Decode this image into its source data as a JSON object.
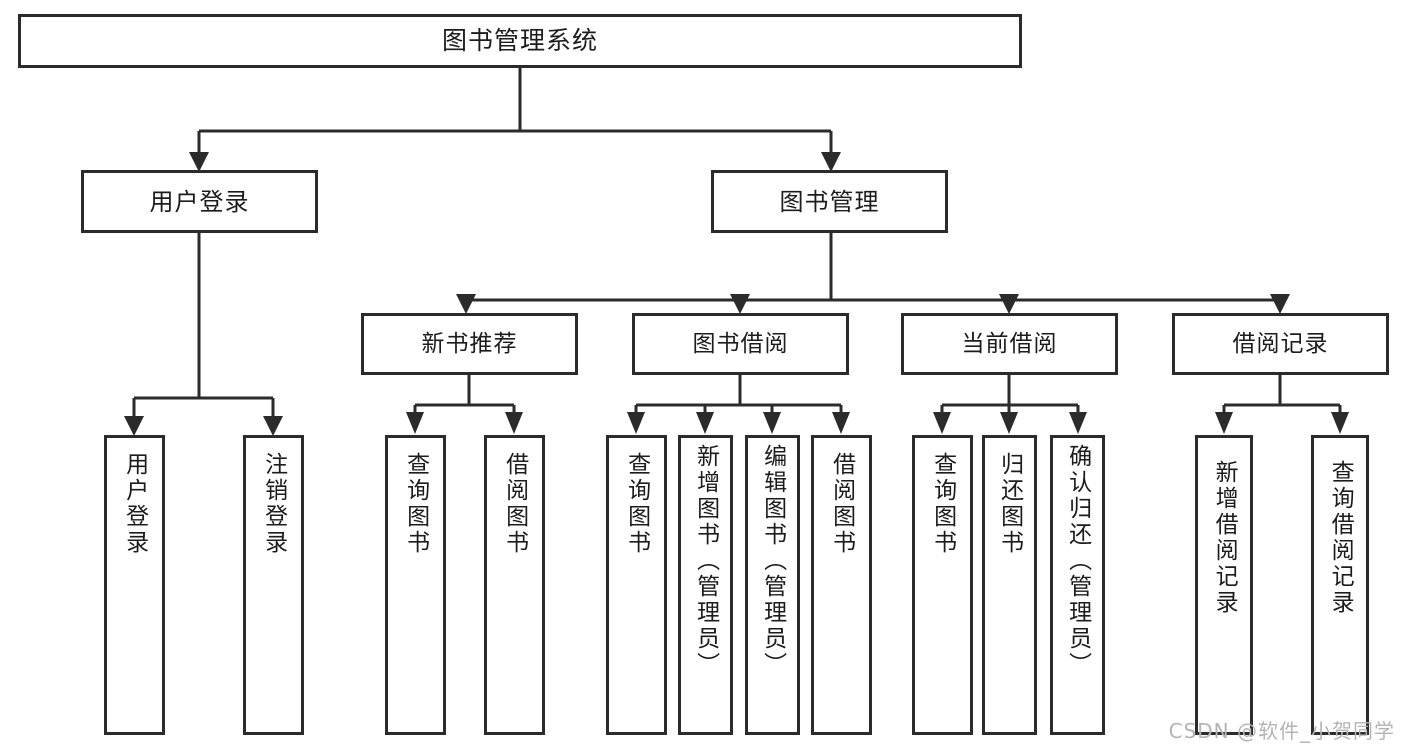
{
  "diagram": {
    "title": "图书管理系统",
    "type": "tree-hierarchy",
    "orientation": "top-down",
    "colors": {
      "stroke": "#2b2b2b",
      "box_fill": "#ffffff",
      "text": "#1c1c1c",
      "background": "#ffffff",
      "watermark": "#b4b4b4"
    }
  },
  "watermark": {
    "text": "CSDN @软件_小贺同学"
  },
  "nodes": {
    "root": {
      "label": "图书管理系统"
    },
    "level2": [
      {
        "id": "user-login",
        "label": "用户登录"
      },
      {
        "id": "book-management",
        "label": "图书管理"
      }
    ],
    "level3": [
      {
        "id": "new-book-recommend",
        "label": "新书推荐"
      },
      {
        "id": "book-borrow",
        "label": "图书借阅"
      },
      {
        "id": "current-borrow",
        "label": "当前借阅"
      },
      {
        "id": "borrow-record",
        "label": "借阅记录"
      }
    ],
    "leaves": {
      "user_login": [
        {
          "id": "leaf-user-login",
          "label": "用户登录"
        },
        {
          "id": "leaf-logout-login",
          "label": "注销登录"
        }
      ],
      "new_book_recommend": [
        {
          "id": "leaf-query-book-1",
          "label": "查询图书"
        },
        {
          "id": "leaf-borrow-book-1",
          "label": "借阅图书"
        }
      ],
      "book_borrow": [
        {
          "id": "leaf-query-book-2",
          "label": "查询图书"
        },
        {
          "id": "leaf-add-book",
          "label": "新增图书（管理员）"
        },
        {
          "id": "leaf-edit-book",
          "label": "编辑图书（管理员）"
        },
        {
          "id": "leaf-borrow-book-2",
          "label": "借阅图书"
        }
      ],
      "current_borrow": [
        {
          "id": "leaf-query-book-3",
          "label": "查询图书"
        },
        {
          "id": "leaf-return-book",
          "label": "归还图书"
        },
        {
          "id": "leaf-confirm-return",
          "label": "确认归还（管理员）"
        }
      ],
      "borrow_record": [
        {
          "id": "leaf-add-record",
          "label": "新增借阅记录"
        },
        {
          "id": "leaf-query-record",
          "label": "查询借阅记录"
        }
      ]
    }
  }
}
